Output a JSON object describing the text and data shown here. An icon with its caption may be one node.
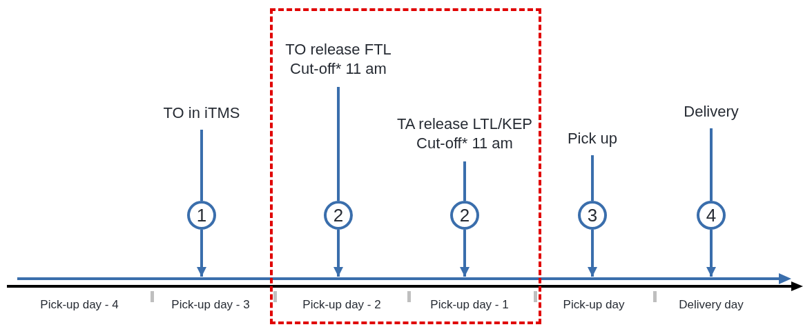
{
  "diagram": {
    "nodes": [
      {
        "text": [],
        "shape": "box"
      },
      {
        "text": [
          "TO in iTMS"
        ]
      },
      {
        "text": [
          "1"
        ]
      },
      {
        "text": [
          "TO release FTL",
          "Cut-off* 11 am"
        ],
        "in": 0
      },
      {
        "text": [
          "2"
        ],
        "in": 0
      },
      {
        "text": [
          "TA release LTL/KEP",
          "Cut-off* 11 am"
        ],
        "in": 0
      },
      {
        "text": [
          "2"
        ],
        "in": 0
      },
      {
        "text": [
          "Pick up"
        ]
      },
      {
        "text": [
          "3"
        ]
      },
      {
        "text": [
          "Delivery"
        ]
      },
      {
        "text": [
          "4"
        ]
      }
    ],
    "edges": [
      {
        "from": 1,
        "to": 2,
        "arrow": "none"
      },
      {
        "from": 2,
        "to": null,
        "arrow": "to"
      },
      {
        "from": 3,
        "to": 4,
        "arrow": "none"
      },
      {
        "from": 4,
        "to": null,
        "arrow": "to"
      },
      {
        "from": 5,
        "to": 6,
        "arrow": "none"
      },
      {
        "from": 6,
        "to": null,
        "arrow": "to"
      },
      {
        "from": 7,
        "to": 8,
        "arrow": "none"
      },
      {
        "from": 8,
        "to": null,
        "arrow": "to"
      },
      {
        "from": 9,
        "to": 10,
        "arrow": "none"
      },
      {
        "from": 10,
        "to": null,
        "arrow": "to"
      }
    ],
    "labels": [
      "Pick-up day - 4",
      "Pick-up day - 3",
      "Pick-up day - 2",
      "Pick-up day - 1",
      "Pick-up day",
      "Delivery day"
    ]
  }
}
